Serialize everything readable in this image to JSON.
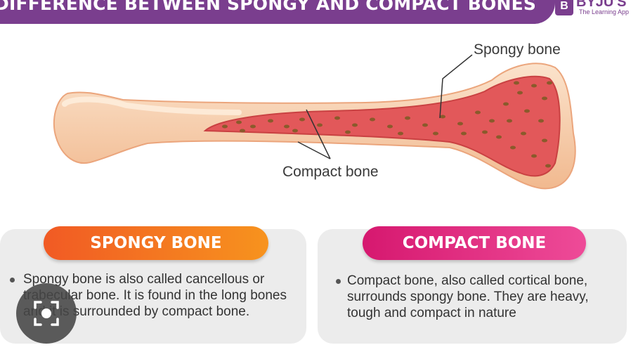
{
  "header": {
    "title": "DIFFERENCE BETWEEN SPONGY AND COMPACT BONES"
  },
  "brand": {
    "name": "BYJU'S",
    "tagline": "The Learning App"
  },
  "diagram": {
    "labels": {
      "spongy": "Spongy bone",
      "compact": "Compact bone"
    },
    "colors": {
      "bone_outer": "#f6c9a6",
      "marrow": "#e2585a",
      "spots": "#8a5a2b"
    }
  },
  "cards": {
    "spongy": {
      "title": "SPONGY BONE",
      "description": "Spongy bone is also called cancellous or trabecular bone. It is found in the long bones and it is surrounded by compact bone."
    },
    "compact": {
      "title": "COMPACT BONE",
      "description": "Compact bone, also called cortical bone, surrounds spongy bone. They are heavy, tough and compact in nature"
    }
  },
  "overlay": {
    "icon": "image-search-icon"
  }
}
